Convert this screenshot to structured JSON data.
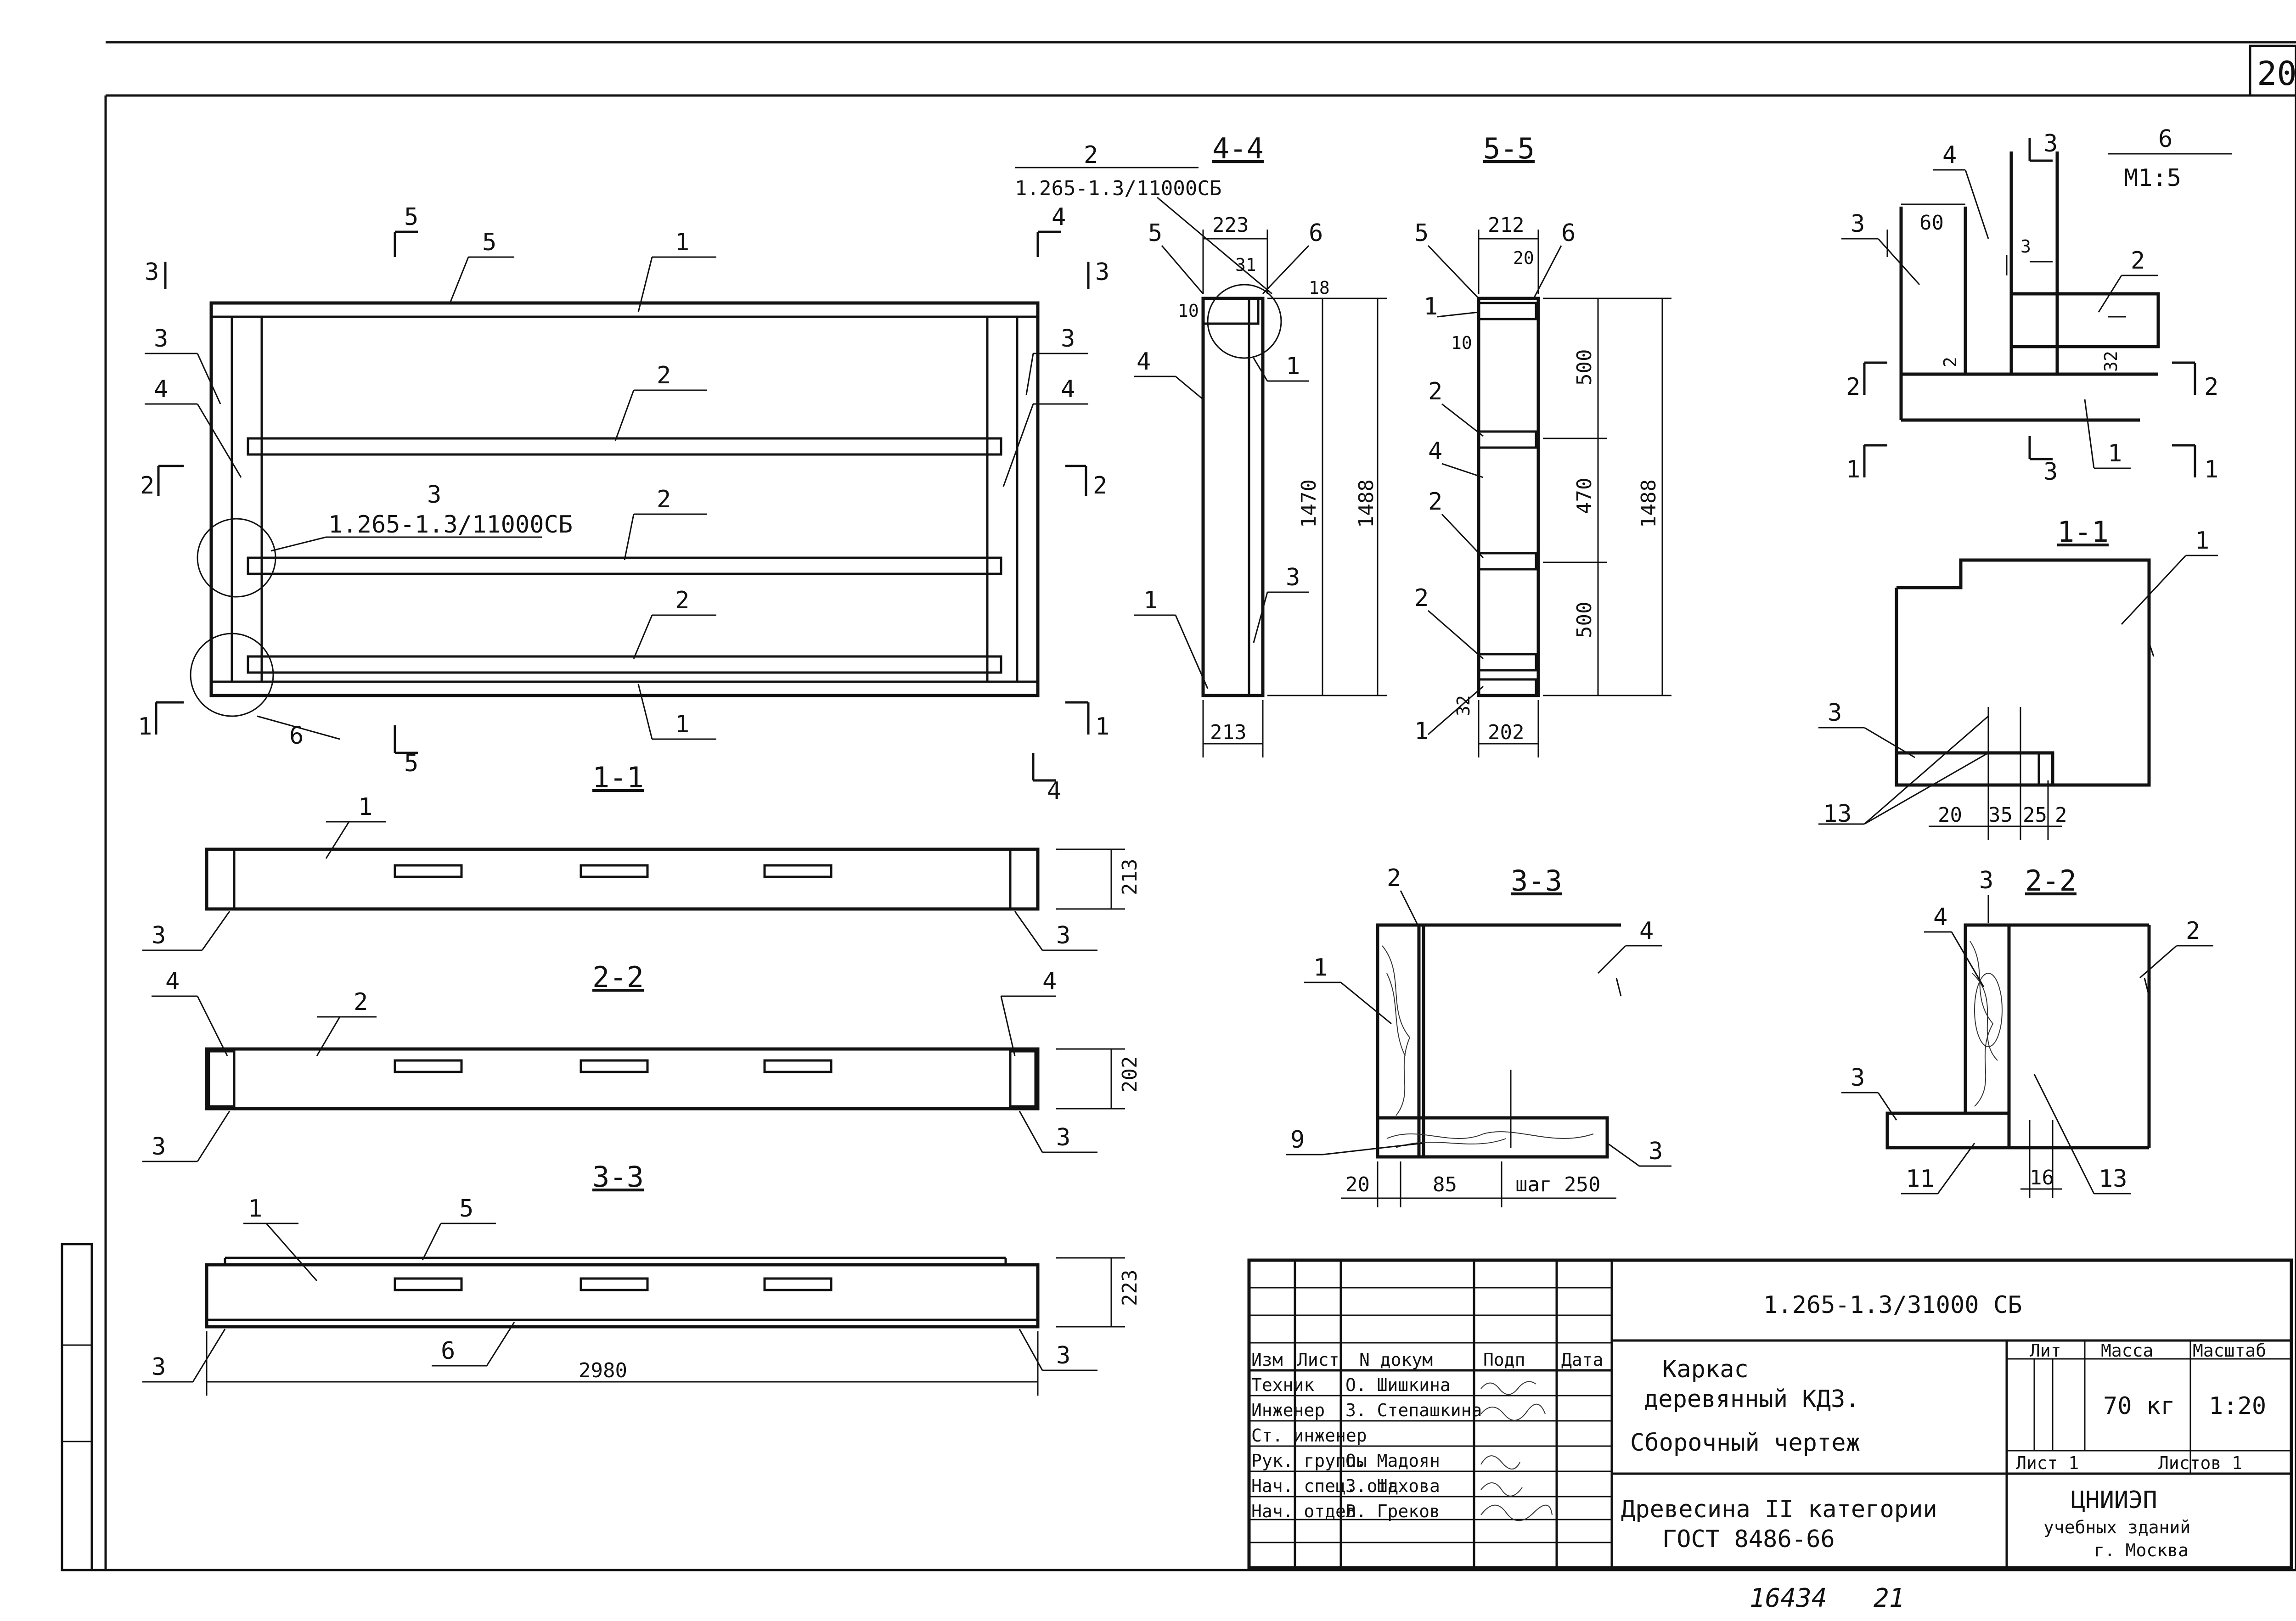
{
  "sheet": {
    "page_number": "20",
    "doc_code": "1.265-1.3/31000 СБ",
    "bottom_numbers": [
      "16434",
      "21"
    ]
  },
  "views": {
    "main_callouts": {
      "ref2_code": "1.265-1.3/11000СБ",
      "ref3_code": "1.265-1.3/11000СБ",
      "ref2_num": "2",
      "ref3_num": "3",
      "detail6": "6"
    },
    "sec_1_1_title": "1-1",
    "sec_2_2_title": "2-2",
    "sec_3_3_title": "3-3",
    "sec_4_4_title": "4-4",
    "sec_5_5_title": "5-5",
    "detail_6_title": "6",
    "detail_6_scale": "М1:5",
    "det_1_1_title": "1-1",
    "det_2_2_title": "2-2",
    "det_3_3_title": "3-3"
  },
  "dimensions": {
    "overall_length": "2980",
    "h_213": "213",
    "h_202": "202",
    "h_223": "223",
    "s44_top": "223",
    "s44_31": "31",
    "s44_18": "18",
    "s44_10": "10",
    "s44_1470": "1470",
    "s44_1488": "1488",
    "s44_bottom": "213",
    "s55_top": "212",
    "s55_20": "20",
    "s55_10": "10",
    "s55_500a": "500",
    "s55_470": "470",
    "s55_500b": "500",
    "s55_1488": "1488",
    "s55_32": "32",
    "s55_bottom": "202",
    "d6_60": "60",
    "d6_3": "3",
    "d6_32": "32",
    "d6_2": "2",
    "d11_20": "20",
    "d11_35": "35",
    "d11_25": "25",
    "d11_2": "2",
    "d33_20": "20",
    "d33_85": "85",
    "d33_step": "шаг 250",
    "d22_16": "16"
  },
  "title_block": {
    "headers": [
      "Изм",
      "Лист",
      "N докум",
      "Подп",
      "Дата"
    ],
    "rows": [
      {
        "role": "Техник",
        "name": "О. Шишкина"
      },
      {
        "role": "Инженер",
        "name": "З. Степашкина"
      },
      {
        "role": "Ст. инженер",
        "name": ""
      },
      {
        "role": "Рук. группы",
        "name": "О. Мадоян"
      },
      {
        "role": "Нач. спец. отд",
        "name": "З. Шахова"
      },
      {
        "role": "Нач. отдел",
        "name": "В. Греков"
      }
    ],
    "object_title_1": "Каркас",
    "object_title_2": "деревянный КД3.",
    "drawing_type": "Сборочный чертеж",
    "material_1": "Древесина II категории",
    "material_2": "ГОСТ 8486-66",
    "lit_label": "Лит",
    "mass_label": "Масса",
    "scale_label": "Масштаб",
    "mass_value": "70 кг",
    "scale_value": "1:20",
    "sheet_label": "Лист 1",
    "sheets_label": "Листов 1",
    "org_1": "ЦНИИЭП",
    "org_2": "учебных зданий",
    "org_3": "г. Москва"
  }
}
